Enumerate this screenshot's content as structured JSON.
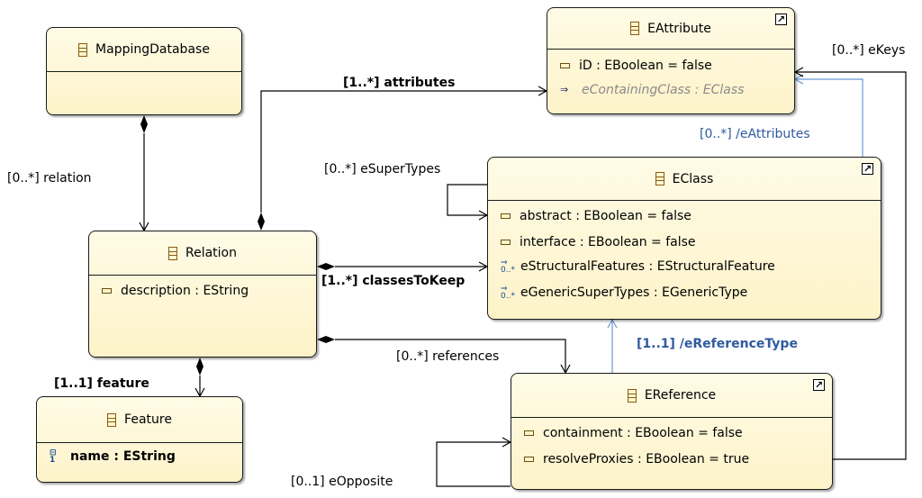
{
  "classes": {
    "mapping_database": {
      "name": "MappingDatabase"
    },
    "relation": {
      "name": "Relation",
      "attributes": [
        {
          "text": "description : EString"
        }
      ]
    },
    "feature": {
      "name": "Feature",
      "attributes": [
        {
          "text": "name : EString"
        }
      ]
    },
    "eattribute": {
      "name": "EAttribute",
      "attributes": [
        {
          "text": "iD : EBoolean = false"
        },
        {
          "text": "eContainingClass : EClass"
        }
      ]
    },
    "eclass": {
      "name": "EClass",
      "attributes": [
        {
          "text": "abstract : EBoolean = false"
        },
        {
          "text": "interface : EBoolean = false"
        },
        {
          "text": "eStructuralFeatures : EStructuralFeature"
        },
        {
          "text": "eGenericSuperTypes : EGenericType"
        }
      ]
    },
    "ereference": {
      "name": "EReference",
      "attributes": [
        {
          "text": "containment : EBoolean = false"
        },
        {
          "text": "resolveProxies : EBoolean = true"
        }
      ]
    }
  },
  "edge_labels": {
    "relation": "[0..*] relation",
    "attributes": "[1..*] attributes",
    "classes_to_keep": "[1..*] classesToKeep",
    "references": "[0..*] references",
    "feature": "[1..1] feature",
    "esupertypes": "[0..*] eSuperTypes",
    "eattributes": "[0..*] /eAttributes",
    "ekeys": "[0..*] eKeys",
    "ereference_type": "[1..1] /eReferenceType",
    "eopposite": "[0..1] eOpposite"
  },
  "icons": {
    "many_marker": "0..*",
    "id_marker": "1",
    "ref_arrow": "⇒",
    "link": "↗"
  },
  "colors": {
    "box_fill": "#fdf3c9",
    "box_border": "#1a1a1a",
    "edge": "#000000",
    "derived_edge": "#6b98cf",
    "derived_label": "#2f5a9e"
  }
}
